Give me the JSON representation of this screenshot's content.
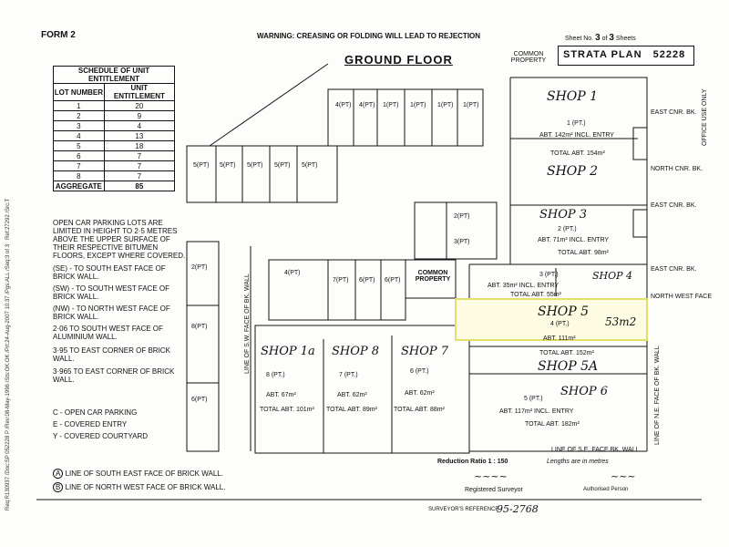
{
  "header": {
    "form": "FORM 2",
    "warning": "WARNING: CREASING OR FOLDING WILL LEAD TO REJECTION",
    "sheet_no_label": "Sheet No.",
    "sheet_no": "3",
    "of_label": "of",
    "sheets_total": "3",
    "sheets_label": "Sheets",
    "plan_title": "STRATA PLAN",
    "plan_number": "52228",
    "floor_title": "GROUND FLOOR",
    "common_property": "COMMON PROPERTY",
    "office_use": "OFFICE USE ONLY"
  },
  "schedule": {
    "title": "SCHEDULE OF UNIT ENTITLEMENT",
    "col_lot": "LOT NUMBER",
    "col_ent": "UNIT ENTITLEMENT",
    "rows": [
      {
        "lot": "1",
        "ent": "20"
      },
      {
        "lot": "2",
        "ent": "9"
      },
      {
        "lot": "3",
        "ent": "4"
      },
      {
        "lot": "4",
        "ent": "13"
      },
      {
        "lot": "5",
        "ent": "18"
      },
      {
        "lot": "6",
        "ent": "7"
      },
      {
        "lot": "7",
        "ent": "7"
      },
      {
        "lot": "8",
        "ent": "7"
      }
    ],
    "aggregate_label": "AGGREGATE",
    "aggregate": "85"
  },
  "notes": {
    "parking": "OPEN CAR PARKING LOTS ARE LIMITED IN HEIGHT TO 2·5 METRES ABOVE THE UPPER SURFACE OF THEIR RESPECTIVE BITUMEN FLOORS, EXCEPT WHERE COVERED.",
    "se": "(SE) - TO SOUTH EAST FACE OF BRICK WALL.",
    "sw": "(SW) - TO SOUTH WEST FACE OF BRICK WALL.",
    "nw": "(NW) - TO NORTH WEST FACE OF BRICK WALL.",
    "n206": "2·06 TO SOUTH WEST FACE OF ALUMINIUM WALL.",
    "n395": "3·95 TO EAST CORNER OF BRICK WALL.",
    "n3965": "3·965 TO EAST CORNER OF BRICK WALL.",
    "c": "C - OPEN CAR PARKING",
    "e": "E - COVERED ENTRY",
    "y": "Y - COVERED COURTYARD",
    "a": "LINE OF SOUTH EAST FACE OF BRICK WALL.",
    "b": "LINE OF NORTH WEST FACE OF BRICK WALL."
  },
  "shops": {
    "shop1": "SHOP 1",
    "shop2": "SHOP 2",
    "shop3": "SHOP 3",
    "shop4": "SHOP 4",
    "shop5": "SHOP 5",
    "shop5a": "SHOP 5A",
    "shop6": "SHOP 6",
    "shop1a": "SHOP 1a",
    "shop8": "SHOP 8",
    "shop7": "SHOP 7",
    "area53": "53m2"
  },
  "lots": {
    "l1pt": "1 (PT.)",
    "l1area": "ABT. 142m² INCL. ENTRY",
    "l1total": "TOTAL ABT. 154m²",
    "l2pt": "2 (PT.)",
    "l2area": "ABT. 71m² INCL. ENTRY",
    "l2total": "TOTAL ABT. 98m²",
    "l3pt": "3 (PT.)",
    "l3area": "ABT. 35m² INCL. ENTRY",
    "l3total": "TOTAL ABT. 55m²",
    "l4pt": "4 (PT.)",
    "l4area": "ABT. 111m²",
    "l4total": "TOTAL ABT. 152m²",
    "l5pt": "5 (PT.)",
    "l5area": "ABT. 117m² INCL. ENTRY",
    "l5total": "TOTAL ABT. 182m²",
    "l8pt": "8 (PT.)",
    "l8area": "ABT. 67m²",
    "l8total": "TOTAL ABT. 101m²",
    "l7pt": "7 (PT.)",
    "l7area": "ABT. 62m²",
    "l7total": "TOTAL ABT. 89m²",
    "l6pt": "6 (PT.)",
    "l6area": "ABT. 62m²",
    "l6total": "TOTAL ABT. 88m²"
  },
  "edges": {
    "east_cnr": "EAST CNR. BK.",
    "north_cnr": "NORTH CNR. BK.",
    "nw_face": "NORTH WEST FACE",
    "ne_face": "LINE OF N.E. FACE OF BK. WALL",
    "se_face": "LINE OF S.E. FACE BK. WALL",
    "sw_face": "LINE OF S.W. FACE OF BK. WALL"
  },
  "footer": {
    "reduction": "Reduction Ratio 1 : 150",
    "lengths": "Lengths are in metres",
    "surveyor": "Registered Surveyor",
    "surveyor_ref_label": "SURVEYOR'S REFERENCE",
    "surveyor_ref": "95-2768",
    "authorised": "Authorised Person",
    "side_ref": "Req:R130937 /Doc:SP 052228 P /Rev:08-May-1996 /Sts:OK.OK /Prt:24-Aug-2007 10:37 /Pgs:ALL /Seq:3 of 3",
    "side_ref2": "Ref:27292 /Src:T"
  }
}
